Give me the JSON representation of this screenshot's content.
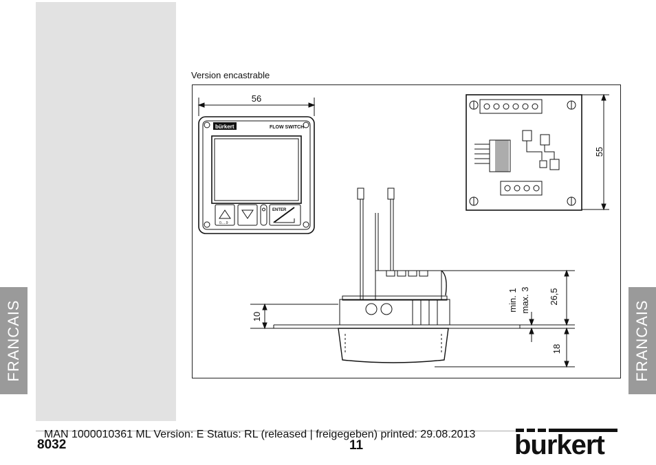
{
  "side_tabs": {
    "left_label": "FRANCAIS",
    "right_label": "FRANCAIS"
  },
  "drawing": {
    "caption": "Version encastrable",
    "dims": {
      "width": "56",
      "height": "55",
      "panel": "10",
      "min": "min. 1",
      "max": "max. 3",
      "upper": "26,5",
      "lower": "18"
    },
    "device": {
      "brand": "bürkert",
      "name": "FLOW SWITCH",
      "enter_label": "ENTER",
      "key_label": "0.....9"
    }
  },
  "footer": {
    "meta": "MAN  1000010361  ML  Version: E Status: RL (released | freigegeben)  printed: 29.08.2013",
    "model": "8032",
    "page": "11",
    "brand": "burkert"
  }
}
